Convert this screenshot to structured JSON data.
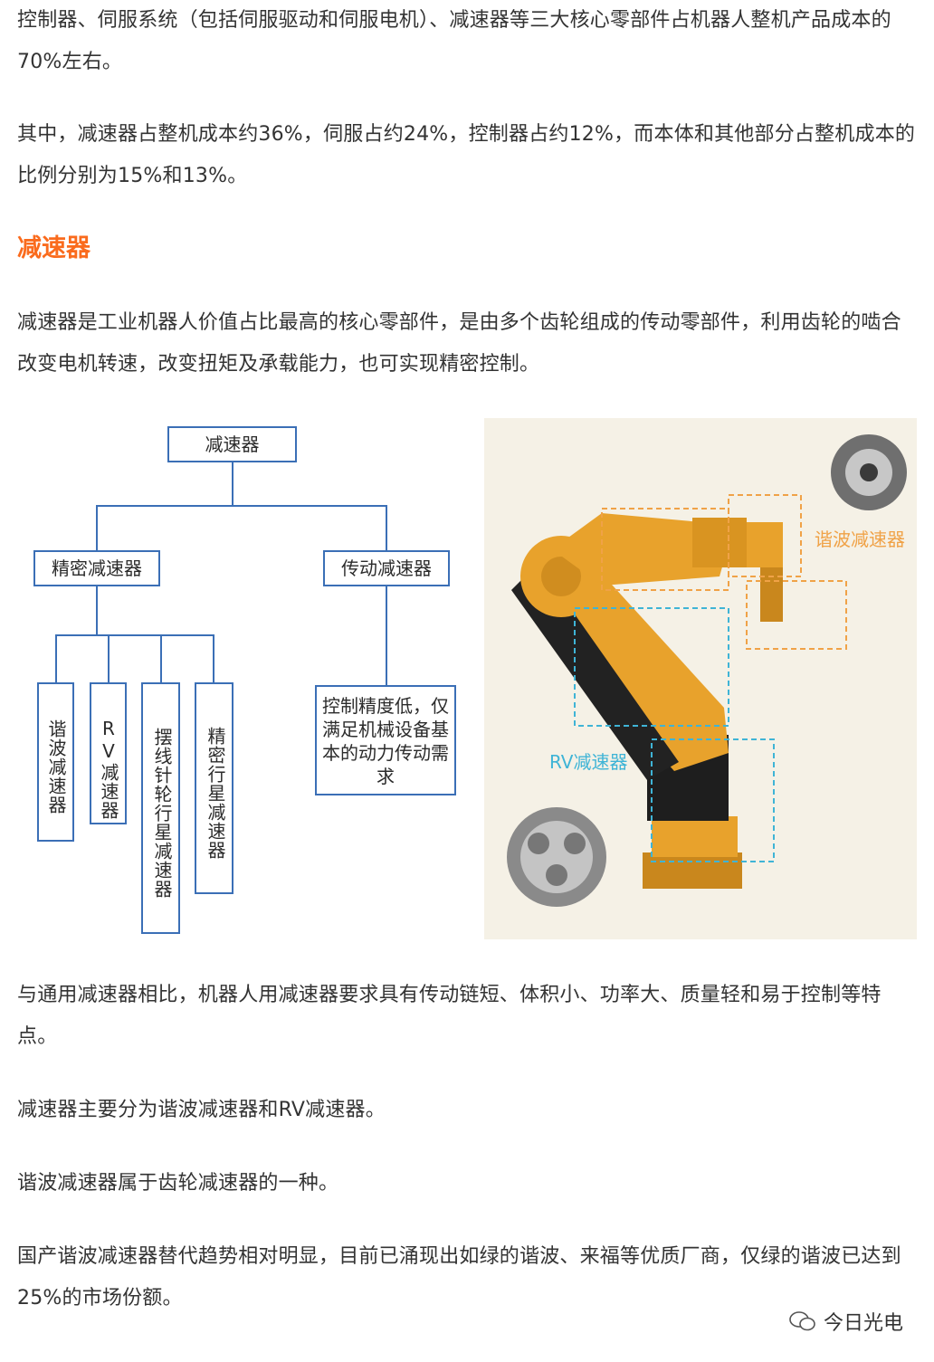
{
  "paragraphs": {
    "p1": "控制器、伺服系统（包括伺服驱动和伺服电机）、减速器等三大核心零部件占机器人整机产品成本的70%左右。",
    "p2": "其中，减速器占整机成本约36%，伺服占约24%，控制器占约12%，而本体和其他部分占整机成本的比例分别为15%和13%。",
    "p3": "减速器是工业机器人价值占比最高的核心零部件，是由多个齿轮组成的传动零部件，利用齿轮的啮合改变电机转速，改变扭矩及承载能力，也可实现精密控制。",
    "p4": "与通用减速器相比，机器人用减速器要求具有传动链短、体积小、功率大、质量轻和易于控制等特点。",
    "p5": "减速器主要分为谐波减速器和RV减速器。",
    "p6": "谐波减速器属于齿轮减速器的一种。",
    "p7": "国产谐波减速器替代趋势相对明显，目前已涌现出如绿的谐波、来福等优质厂商，仅绿的谐波已达到25%的市场份额。"
  },
  "heading": "减速器",
  "diagram": {
    "root": "减速器",
    "precision": "精密减速器",
    "transmission": "传动减速器",
    "harmonic": "谐波减速器",
    "rv": "RV减速器",
    "cycloid": "摆线针轮行星减速器",
    "planetary": "精密行星减速器",
    "transmission_desc": "控制精度低，仅满足机械设备基本的动力传动需求"
  },
  "photo_labels": {
    "harmonic": "谐波减速器",
    "rv": "RV减速器"
  },
  "watermark": "今日光电",
  "colors": {
    "heading": "#fa6b1d",
    "diagram_line": "#3b6fb6",
    "robot": "#e8a22c"
  }
}
